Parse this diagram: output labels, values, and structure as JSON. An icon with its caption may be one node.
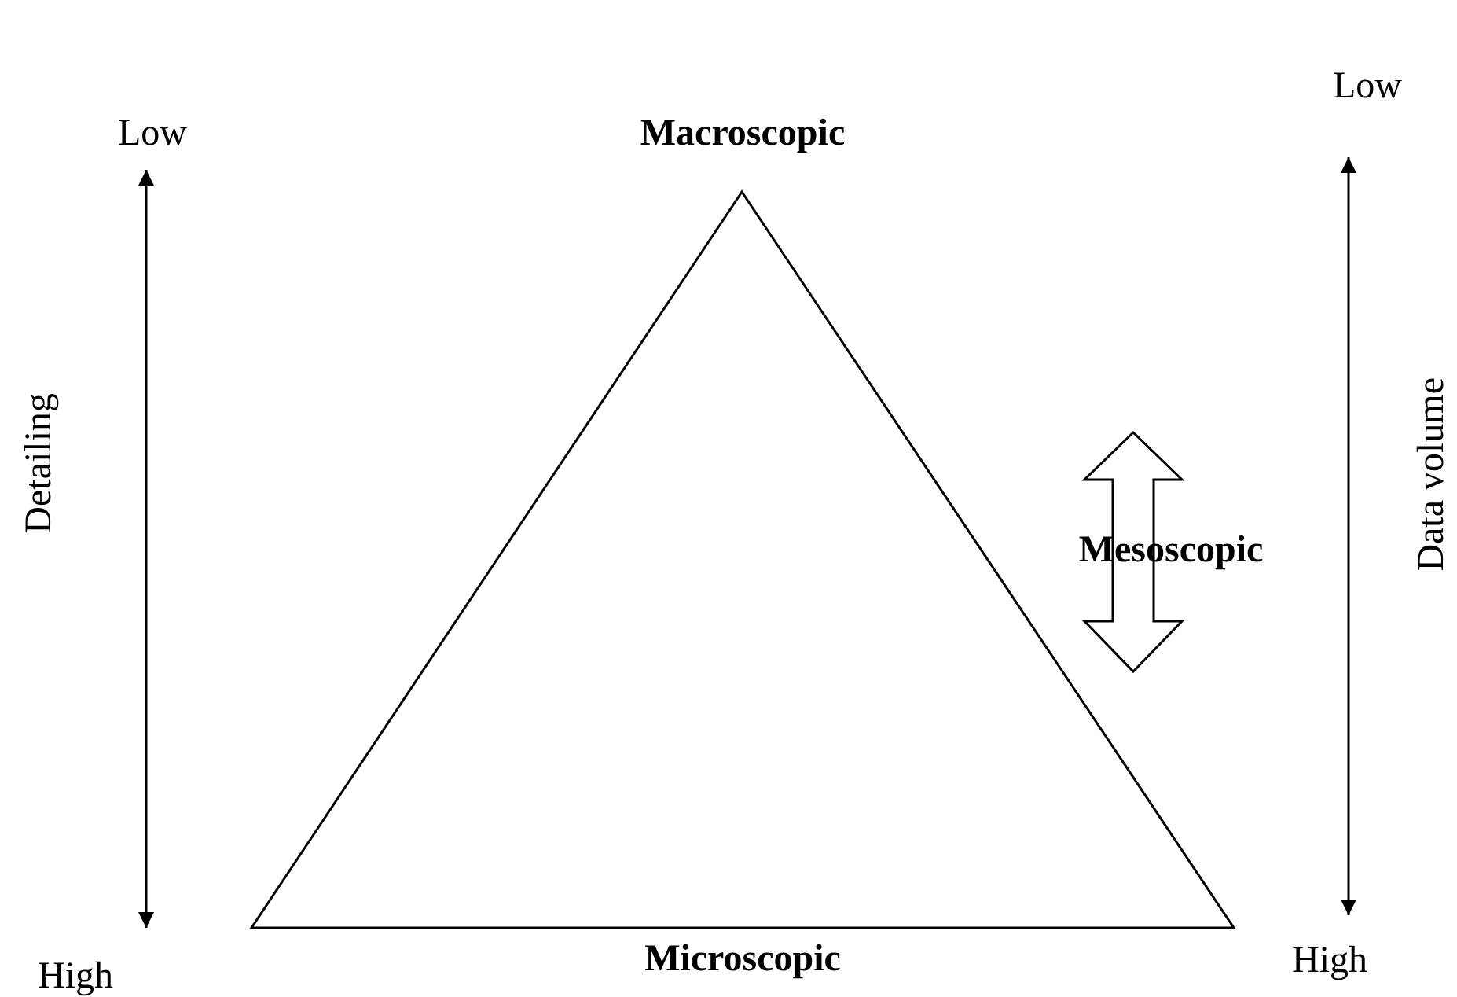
{
  "diagram": {
    "nodes": [
      {
        "text": [
          "Macroscopic",
          "Microscopic"
        ]
      },
      {
        "text": [
          "Mesoscopic"
        ]
      }
    ],
    "labels": [
      "Low",
      "Low",
      "Detailing",
      "Data volume",
      "High",
      "High"
    ]
  }
}
